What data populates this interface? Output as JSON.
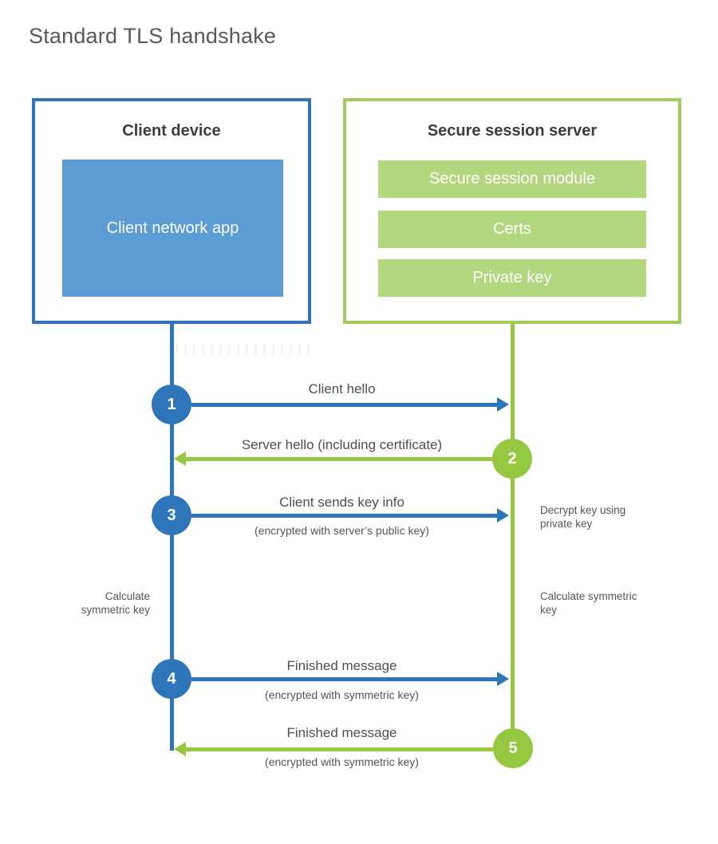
{
  "title": "Standard TLS handshake",
  "colors": {
    "blue": "#2e76b9",
    "blue_fill": "#5b9cd5",
    "green": "#95c840",
    "green_border": "#a2cd5c",
    "green_fill": "#b3d77e",
    "heading_text": "#3d3d3d",
    "body_text": "#555555"
  },
  "client": {
    "title": "Client device",
    "app_label": "Client network app"
  },
  "server": {
    "title": "Secure session server",
    "modules": {
      "module1": "Secure session module",
      "module2": "Certs",
      "module3": "Private key"
    }
  },
  "steps": {
    "1": {
      "num": "1",
      "label": "Client hello",
      "direction": "client-to-server"
    },
    "2": {
      "num": "2",
      "label": "Server hello (including certificate)",
      "direction": "server-to-client"
    },
    "3": {
      "num": "3",
      "label": "Client sends key info",
      "sub": "(encrypted with server’s public key)",
      "direction": "client-to-server"
    },
    "4": {
      "num": "4",
      "label": "Finished message",
      "sub": "(encrypted with symmetric key)",
      "direction": "client-to-server"
    },
    "5": {
      "num": "5",
      "label": "Finished message",
      "sub": "(encrypted with symmetric key)",
      "direction": "server-to-client"
    }
  },
  "notes": {
    "decrypt": "Decrypt key using private key",
    "calc_left": "Calculate symmetric key",
    "calc_right": "Calculate symmetric key"
  }
}
